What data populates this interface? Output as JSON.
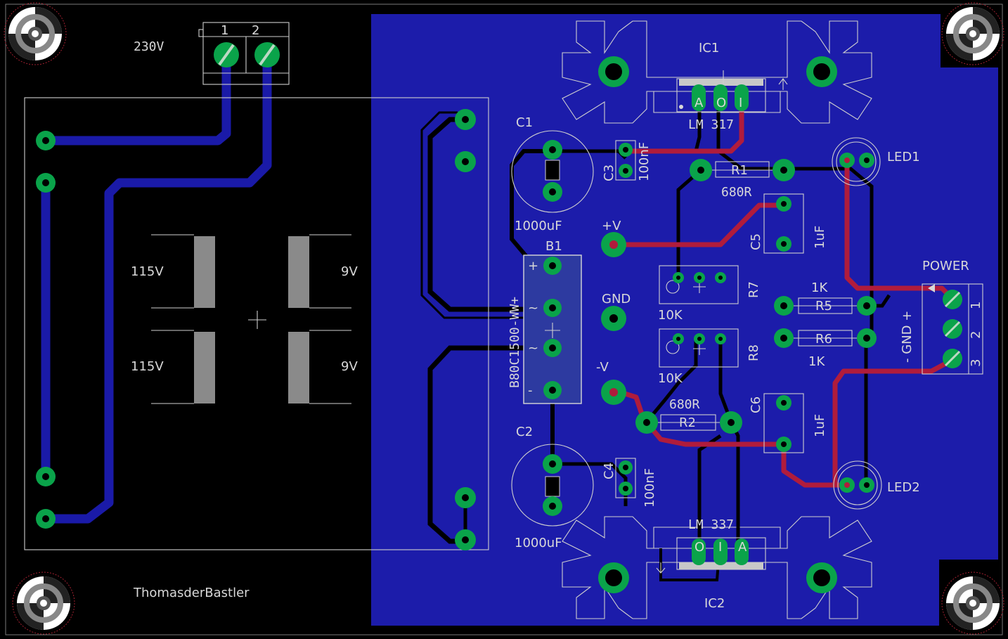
{
  "labels": {
    "mains_voltage": "230V",
    "primary_1": "115V",
    "primary_2": "115V",
    "secondary_1": "9V",
    "secondary_2": "9V",
    "author": "ThomasderBastler",
    "ic1": "IC1",
    "ic1_part": "LM 317",
    "ic2": "IC2",
    "ic2_part": "LM 337",
    "c1": "C1",
    "c1_value": "1000uF",
    "c2": "C2",
    "c2_value": "1000uF",
    "c3": "C3",
    "c3_value": "100nF",
    "c4": "C4",
    "c4_value": "100nF",
    "c5": "C5",
    "c5_value": "1uF",
    "c6": "C6",
    "c6_value": "1uF",
    "r1": "R1",
    "r1_value": "680R",
    "r2": "R2",
    "r2_value": "680R",
    "r5": "R5",
    "r5_value": "1K",
    "r6": "R6",
    "r6_value": "1K",
    "r7": "R7",
    "r7_value": "10K",
    "r8": "R8",
    "r8_value": "10K",
    "b1": "B1",
    "b1_part": "B80C1500-WW+",
    "led1": "LED1",
    "led2": "LED2",
    "pos_v": "+V",
    "neg_v": "-V",
    "gnd": "GND",
    "power": "POWER",
    "power_pins": "- GND +",
    "pin_1": "1",
    "pin_2": "2",
    "pin_3": "3",
    "term_pin1": "1",
    "term_pin2": "2",
    "ic1_pin_a": "A",
    "ic1_pin_o": "O",
    "ic1_pin_i": "I",
    "ic2_pin_o": "O",
    "ic2_pin_i": "I",
    "ic2_pin_a": "A",
    "b1_plus": "+",
    "b1_ac1": "~",
    "b1_ac2": "~",
    "b1_minus": "-"
  },
  "colors": {
    "background": "#000000",
    "copper_pour": "#1c1caa",
    "bottom_trace": "#1a1aa8",
    "top_trace": "#b01c3c",
    "pad": "#0aa34a",
    "silkscreen": "#d8d8d8"
  }
}
